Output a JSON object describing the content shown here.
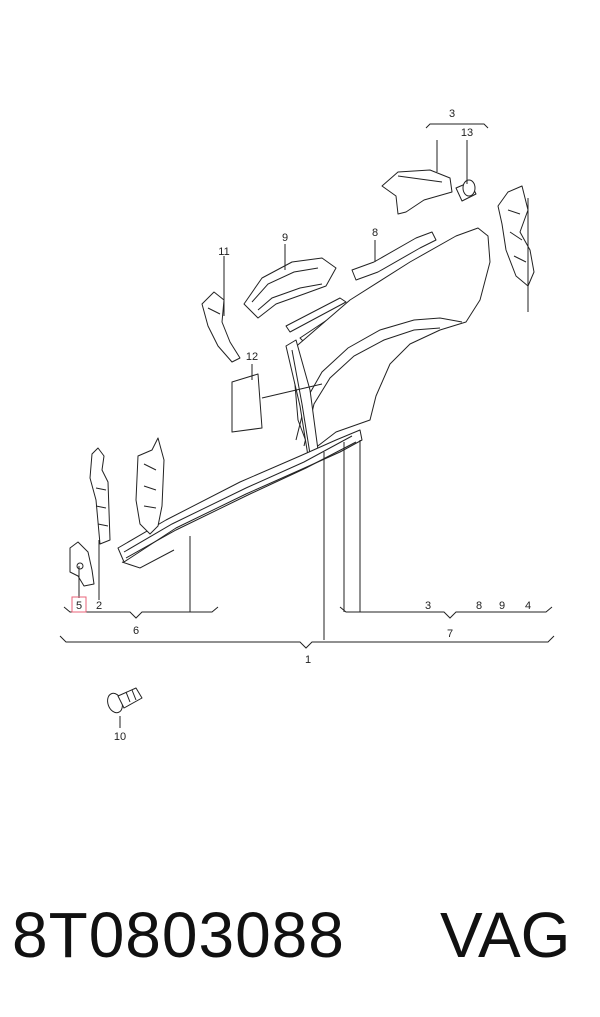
{
  "diagram": {
    "callouts": {
      "c1": "1",
      "c2": "2",
      "c3_top": "3",
      "c3_bottom": "3",
      "c4": "4",
      "c5": "5",
      "c6": "6",
      "c7": "7",
      "c8_top": "8",
      "c8_bottom": "8",
      "c9_top": "9",
      "c9_bottom": "9",
      "c10": "10",
      "c11": "11",
      "c12": "12",
      "c13": "13"
    },
    "highlight_color": "#e8637a"
  },
  "footer": {
    "part_number": "8T0803088",
    "brand": "VAG"
  }
}
